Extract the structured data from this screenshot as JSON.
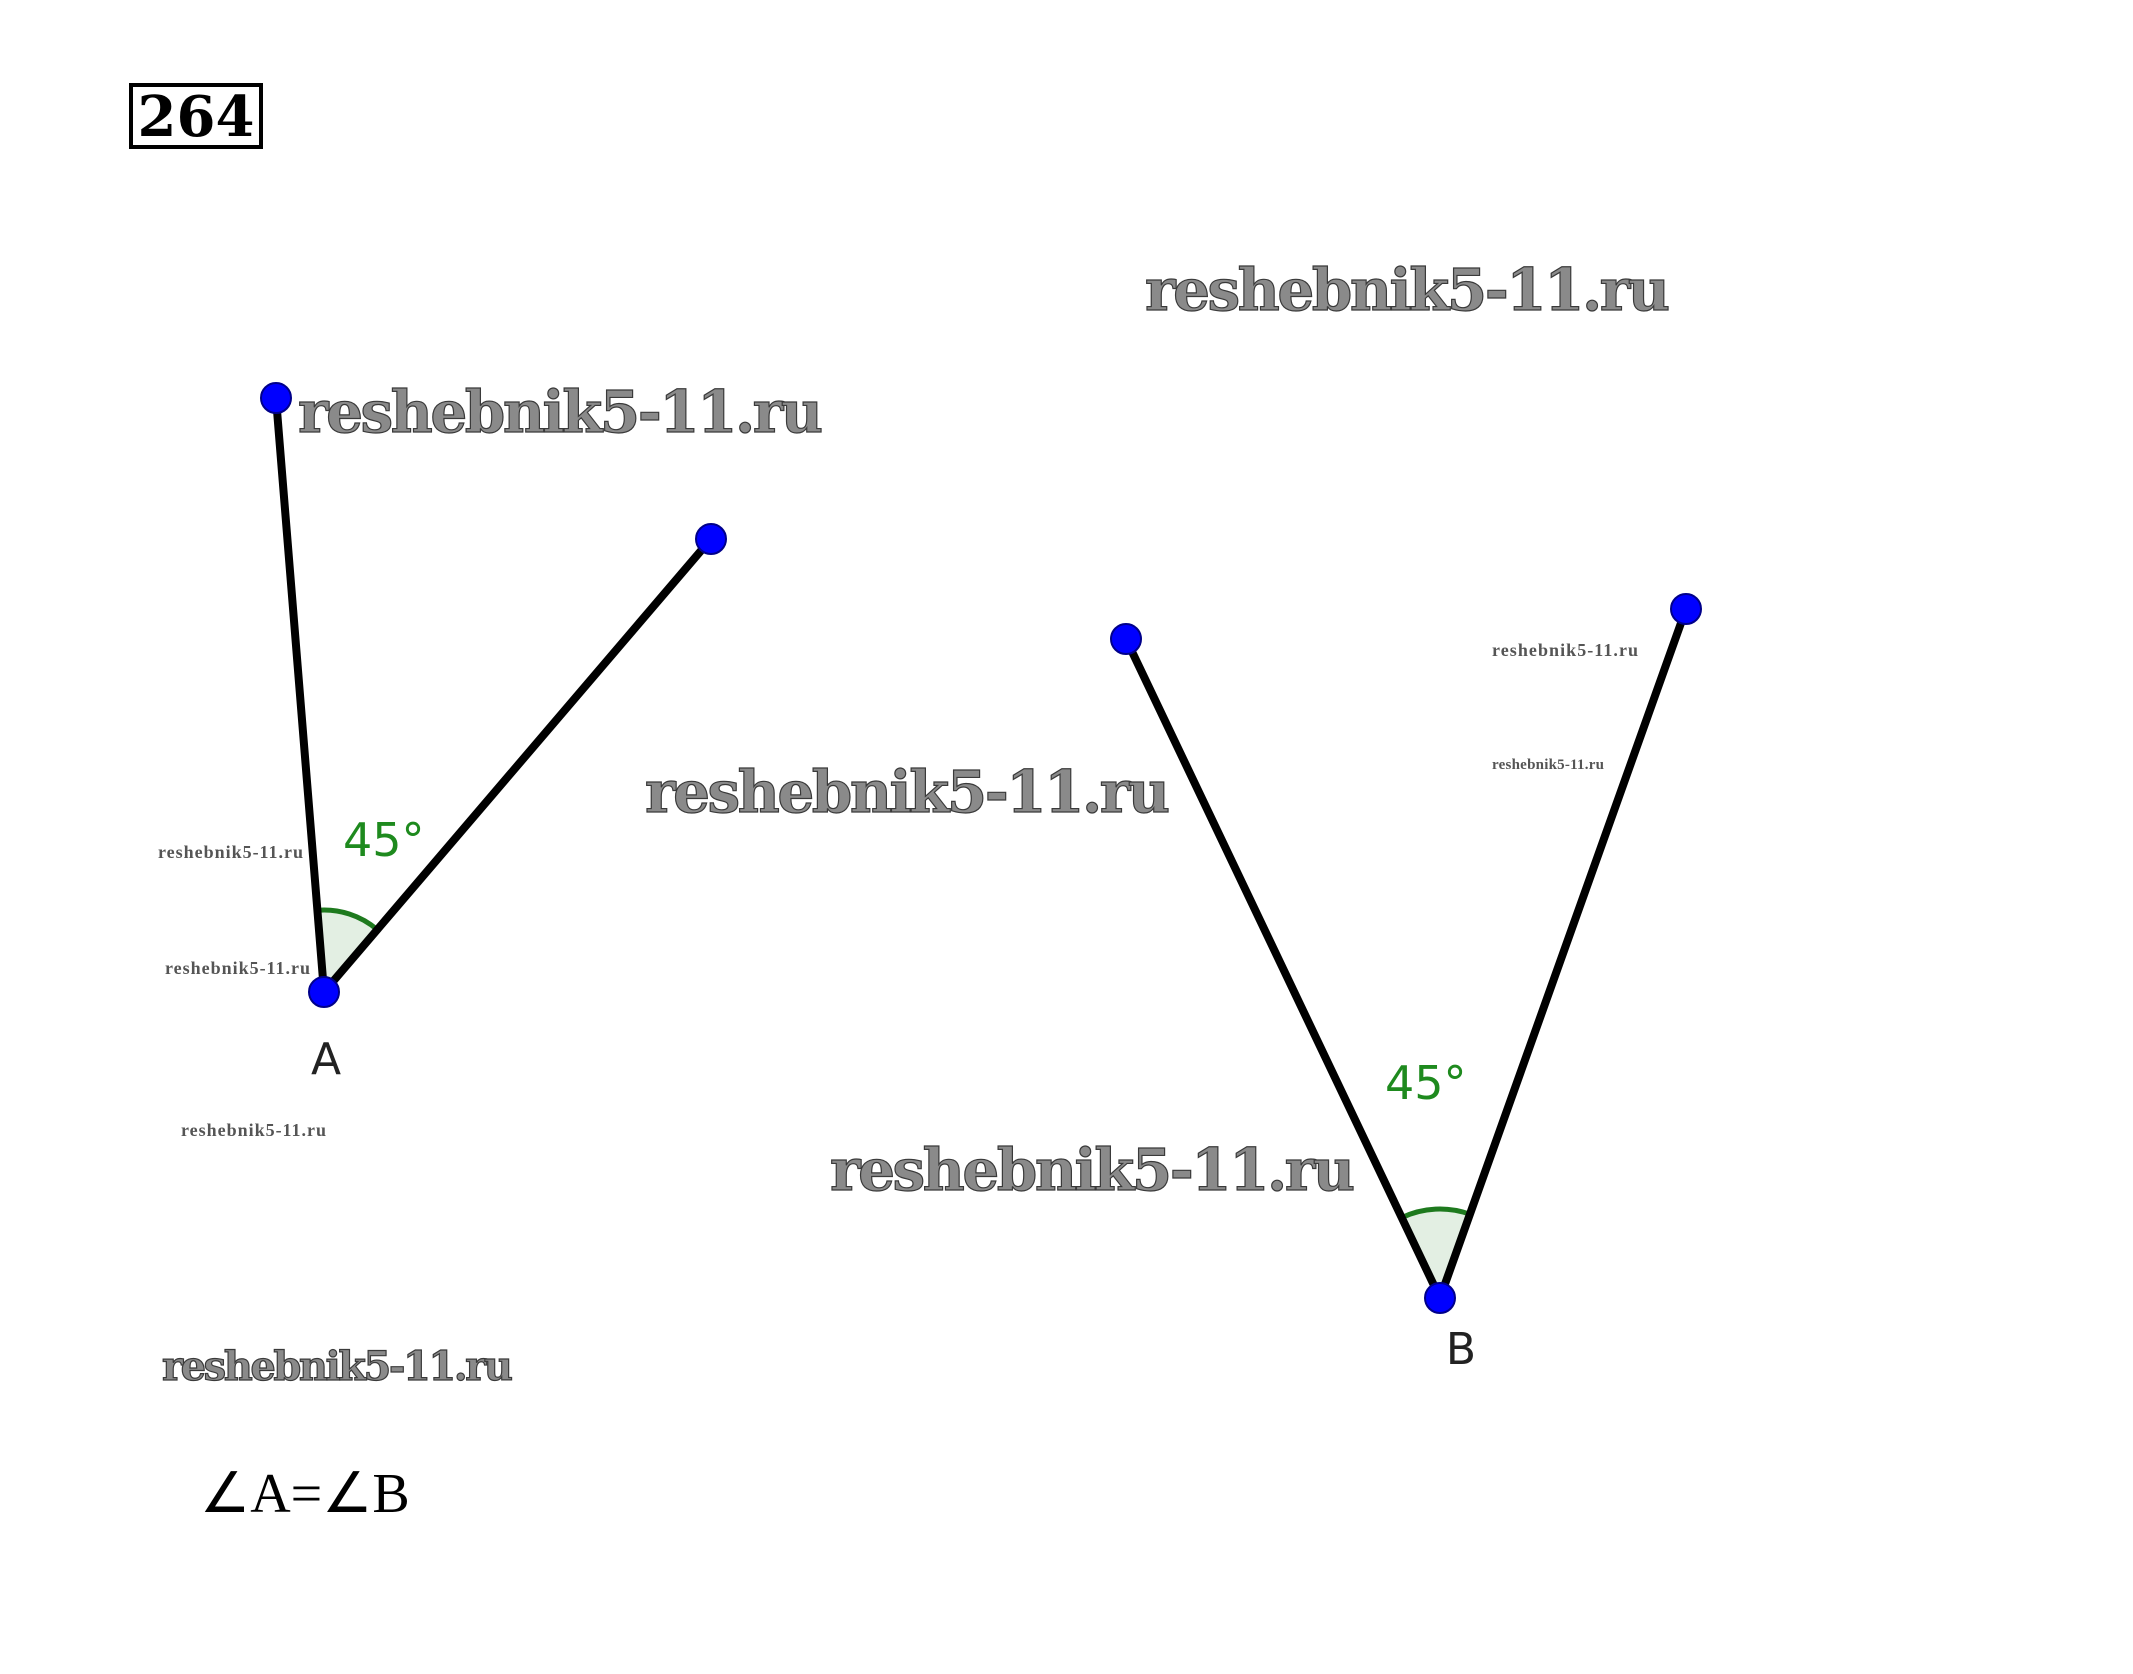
{
  "problem_number": "264",
  "watermark": "reshebnik5-11.ru",
  "figure_a": {
    "vertex_label": "A",
    "angle_label": "45°"
  },
  "figure_b": {
    "vertex_label": "B",
    "angle_label": "45°"
  },
  "conclusion": "∠A=∠B",
  "colors": {
    "point": "#0000ff",
    "angle": "#1e8a1e",
    "segment": "#000000"
  }
}
